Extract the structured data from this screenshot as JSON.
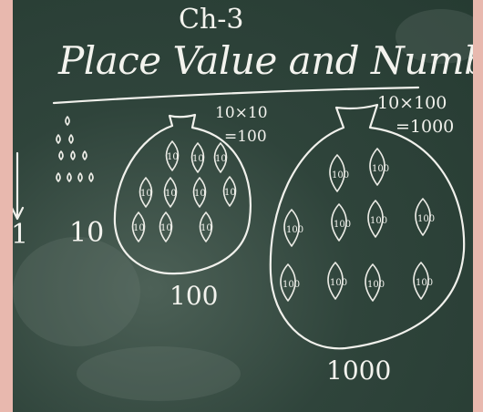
{
  "board": {
    "chapter": "Ch-3",
    "title": "Place Value and Numbers",
    "ones_label": "1",
    "tens_label": "10",
    "small_bag_equation": [
      "10×10",
      "=100"
    ],
    "small_bag_total": "100",
    "small_bag_drop_label": "10",
    "big_bag_equation": [
      "10×100",
      "=1000"
    ],
    "big_bag_total": "1000",
    "big_bag_drop_label": "100"
  }
}
